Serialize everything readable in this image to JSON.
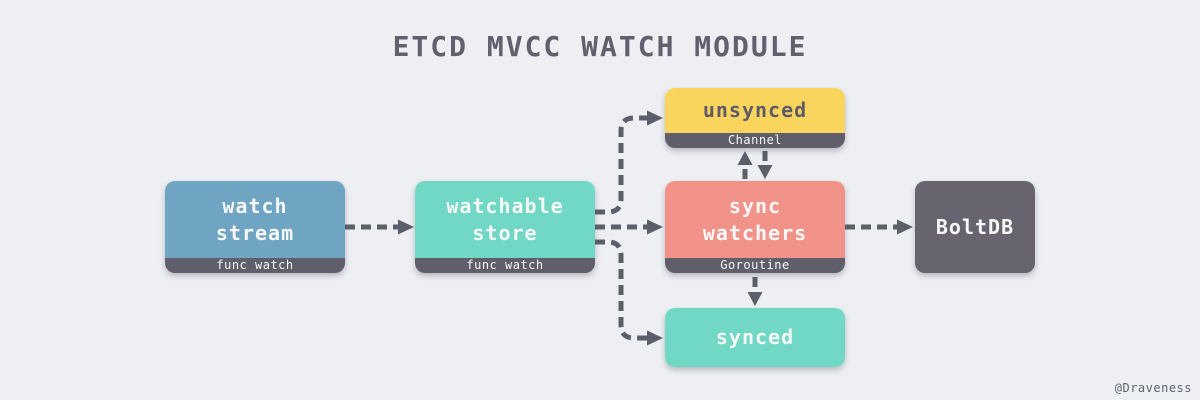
{
  "title": "ETCD MVCC WATCH MODULE",
  "watermark": "@Draveness",
  "colors": {
    "background": "#EDEFF3",
    "blue": "#6FA5C2",
    "teal": "#70D8C4",
    "yellow": "#FAD55E",
    "salmon": "#F2938A",
    "dark": "#67646F",
    "footer_dark": "#615E6B",
    "arrow": "#5A5F6A",
    "title_text": "#60606E",
    "light_text": "#F6F8F8",
    "dark_text": "#5E5B66"
  },
  "nodes": {
    "watch_stream": {
      "label": "watch\nstream",
      "sublabel": "func watch"
    },
    "watchable_store": {
      "label": "watchable\nstore",
      "sublabel": "func watch"
    },
    "unsynced": {
      "label": "unsynced",
      "sublabel": "Channel"
    },
    "sync_watchers": {
      "label": "sync\nwatchers",
      "sublabel": "Goroutine"
    },
    "synced": {
      "label": "synced"
    },
    "boltdb": {
      "label": "BoltDB"
    }
  },
  "edges": [
    {
      "from": "watch_stream",
      "to": "watchable_store"
    },
    {
      "from": "watchable_store",
      "to": "unsynced"
    },
    {
      "from": "watchable_store",
      "to": "sync_watchers"
    },
    {
      "from": "watchable_store",
      "to": "synced"
    },
    {
      "from": "sync_watchers",
      "to": "unsynced"
    },
    {
      "from": "unsynced",
      "to": "sync_watchers"
    },
    {
      "from": "sync_watchers",
      "to": "synced"
    },
    {
      "from": "sync_watchers",
      "to": "boltdb"
    }
  ]
}
